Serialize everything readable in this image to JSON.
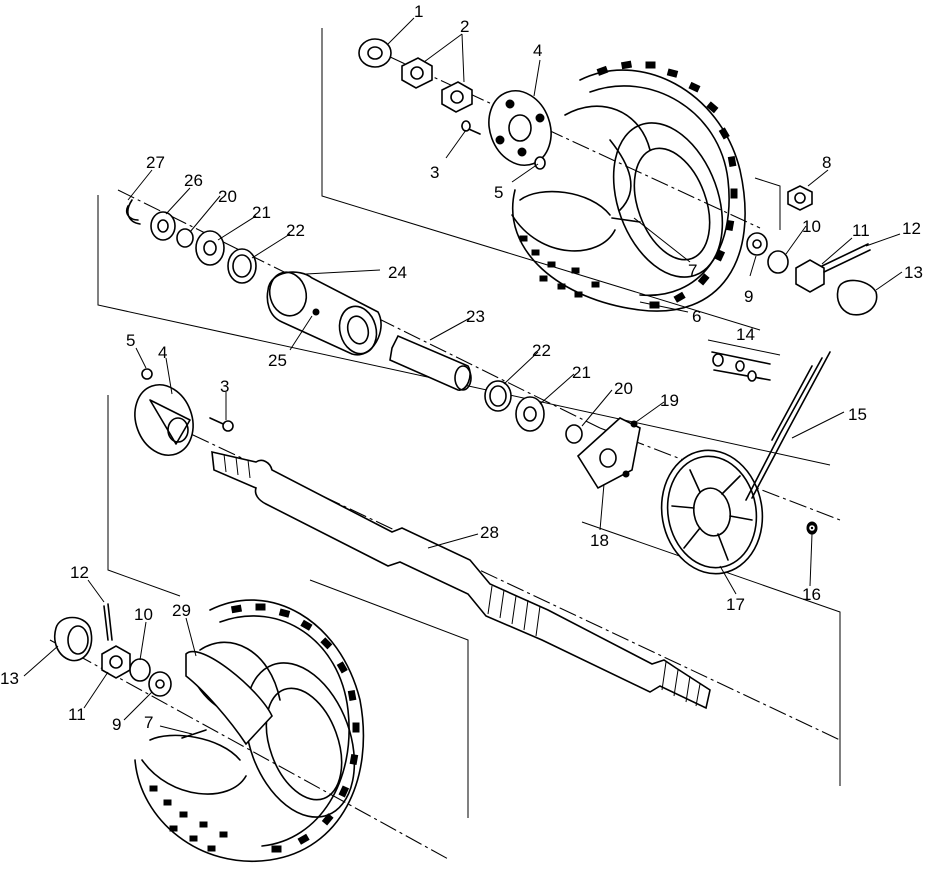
{
  "callouts": [
    "1",
    "2",
    "3",
    "4",
    "5",
    "6",
    "7",
    "8",
    "9",
    "10",
    "11",
    "12",
    "13",
    "14",
    "15",
    "16",
    "17",
    "18",
    "19",
    "20",
    "21",
    "22",
    "23",
    "24",
    "25",
    "26",
    "27",
    "28",
    "29"
  ],
  "lower_callouts": {
    "c12": "12",
    "c10": "10",
    "c29": "29",
    "c13": "13",
    "c11": "11",
    "c9": "9",
    "c7": "7",
    "c5": "5",
    "c4": "4",
    "c3": "3"
  },
  "middle_callouts": {
    "c22b": "22",
    "c21b": "21",
    "c20b": "20",
    "c19": "19",
    "c18": "18",
    "c17": "17",
    "c16": "16",
    "c15": "15",
    "c14": "14",
    "c23": "23",
    "c28": "28"
  }
}
